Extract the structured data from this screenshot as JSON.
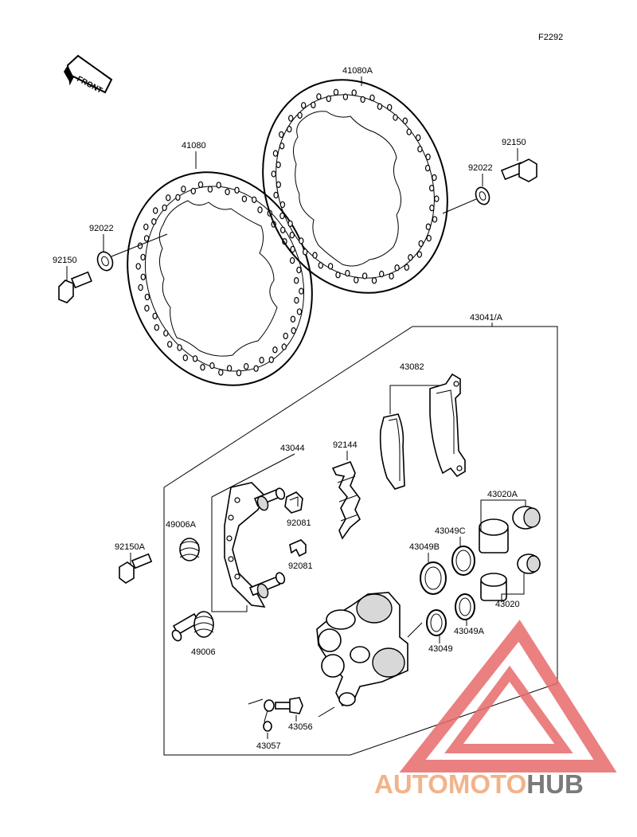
{
  "figure_code": "F2292",
  "front_label": "FRONT",
  "labels": {
    "disc_41080": "41080",
    "disc_41080A": "41080A",
    "bolt_92150_left": "92150",
    "washer_92022_left": "92022",
    "bolt_92150_right": "92150",
    "washer_92022_right": "92022",
    "caliper_assy": "43041/A",
    "pads": "43082",
    "spring_92144": "92144",
    "bracket": "43044",
    "clip_92081_a": "92081",
    "clip_92081_b": "92081",
    "boot_49006A": "49006A",
    "bolt_92150A": "92150A",
    "pin_49006": "49006",
    "piston_43020A": "43020A",
    "seal_43049C": "43049C",
    "seal_43049B": "43049B",
    "piston_43020": "43020",
    "seal_43049A": "43049A",
    "seal_43049": "43049",
    "bleeder_43056": "43056",
    "cap_43057": "43057"
  },
  "watermark": {
    "part1": "AUTOMOTO",
    "part2": "HUB",
    "color1": "#f2b38a",
    "color2": "#7a7a7a",
    "logo_color": "#e86a6a"
  }
}
